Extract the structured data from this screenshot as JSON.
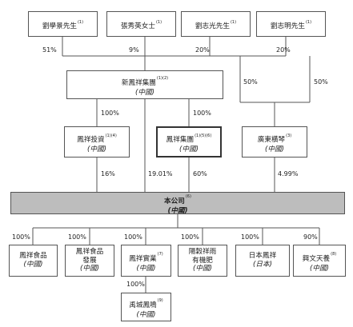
{
  "chart_data": {
    "type": "diagram",
    "shareholders": [
      {
        "name": "劉學景先生",
        "note": "(1)",
        "pct": "51%"
      },
      {
        "name": "張秀英女士",
        "note": "(1)",
        "pct": "9%"
      },
      {
        "name": "劉志光先生",
        "note": "(1)",
        "pct": "20%"
      },
      {
        "name": "劉志明先生",
        "note": "(1)",
        "pct": "20%"
      }
    ],
    "holdco": {
      "name": "新鳳祥集團",
      "note": "(1)(2)",
      "loc": "(中國)"
    },
    "intermediates": [
      {
        "name": "鳳祥投資",
        "note": "(1)(4)",
        "loc": "(中國)",
        "parent_pct": "100%",
        "pct": "16%"
      },
      {
        "name": "鳳祥集團",
        "note": "(1)(5)(6)",
        "loc": "(中國)",
        "parent_pct": "100%",
        "pct": "60%"
      },
      {
        "name": "廣東橫琴",
        "note": "(3)",
        "loc": "(中國)",
        "pct": "4.99%"
      }
    ],
    "hengqin_pcts": [
      "50%",
      "50%"
    ],
    "direct_pct": "19.01%",
    "company": {
      "name": "本公司",
      "note": "(6)",
      "loc": "(中國)"
    },
    "subsidiaries": [
      {
        "lines": [
          "鳳祥食品"
        ],
        "note": "",
        "loc": "(中國)",
        "pct": "100%"
      },
      {
        "lines": [
          "鳳祥食品",
          "發展"
        ],
        "note": "",
        "loc": "(中國)",
        "pct": "100%"
      },
      {
        "lines": [
          "鳳祥實業"
        ],
        "note": "(7)",
        "loc": "(中國)",
        "pct": "100%"
      },
      {
        "lines": [
          "陽穀祥雨",
          "有機肥"
        ],
        "note": "",
        "loc": "(中國)",
        "pct": "100%"
      },
      {
        "lines": [
          "日本鳳祥"
        ],
        "note": "",
        "loc": "(日本)",
        "pct": "100%"
      },
      {
        "lines": [
          "興文天養"
        ],
        "note": "(8)",
        "loc": "(中國)",
        "pct": "90%"
      }
    ],
    "sub_sub": {
      "name": "禹城鳳鳴",
      "note": "(9)",
      "loc": "(中國)",
      "pct": "100%"
    }
  }
}
